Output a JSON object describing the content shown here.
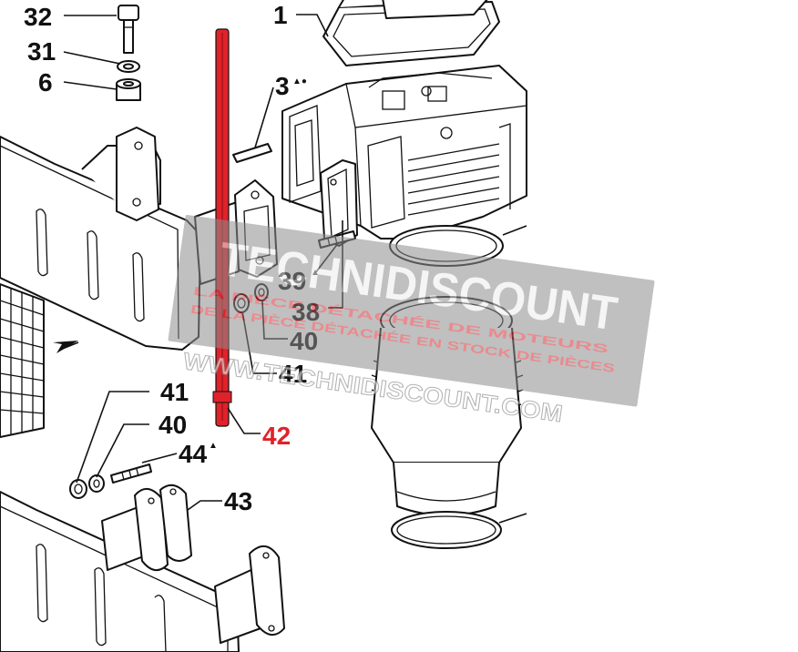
{
  "diagram": {
    "callouts": [
      {
        "id": "32",
        "text": "32"
      },
      {
        "id": "31",
        "text": "31"
      },
      {
        "id": "6",
        "text": "6"
      },
      {
        "id": "1",
        "text": "1"
      },
      {
        "id": "3",
        "text": "3",
        "suffix": "▲●"
      },
      {
        "id": "39",
        "text": "39",
        "suffix": "▲"
      },
      {
        "id": "38",
        "text": "38"
      },
      {
        "id": "40a",
        "text": "40"
      },
      {
        "id": "41a",
        "text": "41"
      },
      {
        "id": "42",
        "text": "42"
      },
      {
        "id": "41b",
        "text": "41"
      },
      {
        "id": "40b",
        "text": "40"
      },
      {
        "id": "44",
        "text": "44",
        "suffix": "▲"
      },
      {
        "id": "43",
        "text": "43"
      }
    ],
    "highlight_color": "#e0222a",
    "line_color": "#111111"
  },
  "watermark": {
    "brand": "TECHNIDISCOUNT",
    "tagline1": "LA PIÈCE DÉTACHÉE DE MOTEURS",
    "tagline2": "DE LA PIÈCE DÉTACHÉE EN STOCK DE PIÈCES",
    "url": "WWW.TECHNIDISCOUNT.COM",
    "color": "#9a9a9a"
  }
}
